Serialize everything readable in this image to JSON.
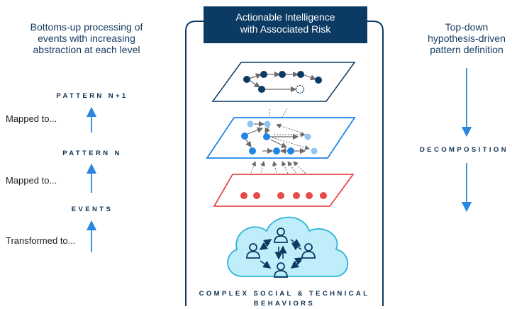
{
  "left": {
    "heading_lines": [
      "Bottoms-up processing of",
      "events with increasing",
      "abstraction at each level"
    ],
    "levels": [
      "PATTERN N+1",
      "PATTERN N",
      "EVENTS"
    ],
    "transitions": [
      "Mapped to...",
      "Mapped to...",
      "Transformed to..."
    ]
  },
  "center": {
    "banner_lines": [
      "Actionable Intelligence",
      "with Associated Risk"
    ],
    "footer_lines": [
      "COMPLEX SOCIAL & TECHNICAL",
      "BEHAVIORS"
    ]
  },
  "right": {
    "heading_lines": [
      "Top-down",
      "hypothesis-driven",
      "pattern definition"
    ],
    "label": "DECOMPOSITION"
  },
  "colors": {
    "navy": "#0b3a63",
    "blue": "#1f86e8",
    "light_blue": "#8cc4f5",
    "red": "#e84a4a",
    "cloud_fill": "#bfeefa",
    "cloud_stroke": "#2bb3d9",
    "arrow_blue": "#2b86e0"
  },
  "icons": [
    "arrow-up-icon",
    "arrow-down-icon",
    "person-icon",
    "cloud-icon"
  ]
}
